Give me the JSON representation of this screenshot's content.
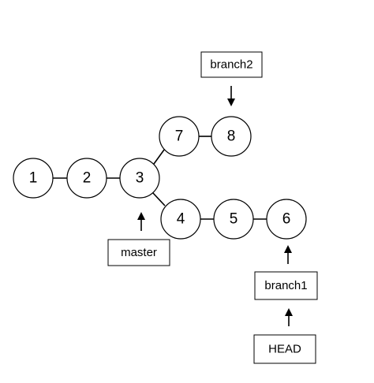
{
  "commits": [
    {
      "id": "c1",
      "label": "1"
    },
    {
      "id": "c2",
      "label": "2"
    },
    {
      "id": "c3",
      "label": "3"
    },
    {
      "id": "c7",
      "label": "7"
    },
    {
      "id": "c8",
      "label": "8"
    },
    {
      "id": "c4",
      "label": "4"
    },
    {
      "id": "c5",
      "label": "5"
    },
    {
      "id": "c6",
      "label": "6"
    }
  ],
  "edges": [
    {
      "from": "c1",
      "to": "c2"
    },
    {
      "from": "c2",
      "to": "c3"
    },
    {
      "from": "c3",
      "to": "c7"
    },
    {
      "from": "c7",
      "to": "c8"
    },
    {
      "from": "c3",
      "to": "c4"
    },
    {
      "from": "c4",
      "to": "c5"
    },
    {
      "from": "c5",
      "to": "c6"
    }
  ],
  "refs": {
    "branch2": {
      "label": "branch2",
      "points_to": "c8"
    },
    "master": {
      "label": "master",
      "points_to": "c3"
    },
    "branch1": {
      "label": "branch1",
      "points_to": "c6"
    },
    "head": {
      "label": "HEAD",
      "points_to": "branch1"
    }
  }
}
